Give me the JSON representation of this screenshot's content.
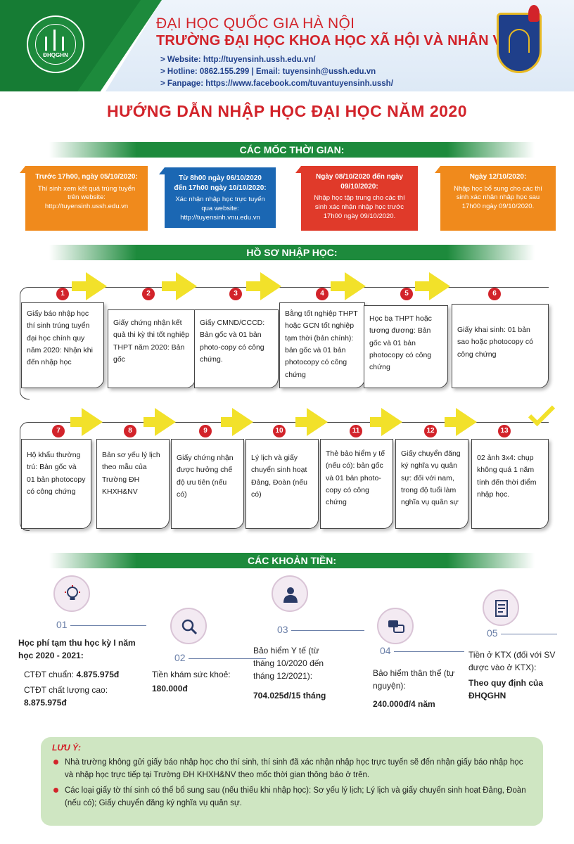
{
  "header": {
    "logo_text": "ĐHQGHN",
    "line1": "ĐẠI HỌC QUỐC GIA HÀ NỘI",
    "line2": "TRƯỜNG ĐẠI HỌC KHOA HỌC XÃ HỘI VÀ NHÂN VĂN",
    "website": "> Website: http://tuyensinh.ussh.edu.vn/",
    "hotline": "> Hotline: 0862.155.299  |  Email: tuyensinh@ussh.edu.vn",
    "fanpage": "> Fanpage: https://www.facebook.com/tuvantuyensinh.ussh/"
  },
  "title": "HƯỚNG DẪN NHẬP HỌC ĐẠI HỌC NĂM 2020",
  "sections": {
    "timeline": "CÁC MỐC THỜI GIAN:",
    "documents": "HỒ SƠ NHẬP HỌC:",
    "fees": "CÁC KHOẢN TIỀN:"
  },
  "timeline": [
    {
      "heading": "Trước 17h00, ngày 05/10/2020:",
      "body": "Thí sinh xem kết quả trúng tuyển trên website: http://tuyensinh.ussh.edu.vn",
      "color": "#f08a1c"
    },
    {
      "heading": "Từ 8h00 ngày 06/10/2020 đến 17h00 ngày 10/10/2020:",
      "body": "Xác nhận nhập học trực tuyến qua website: http://tuyensinh.vnu.edu.vn",
      "color": "#1b67b3"
    },
    {
      "heading": "Ngày 08/10/2020 đến ngày 09/10/2020:",
      "body": "Nhập học tập trung cho các thí sinh xác nhận nhập học trước 17h00 ngày 09/10/2020.",
      "color": "#e03a2a"
    },
    {
      "heading": "Ngày 12/10/2020:",
      "body": "Nhập học bổ sung cho các thí sinh xác nhận nhập học sau 17h00 ngày 09/10/2020.",
      "color": "#f08a1c"
    }
  ],
  "documents": [
    {
      "num": "1",
      "text": "Giấy báo nhập học thí sinh trúng tuyển đại học chính quy năm 2020: Nhận khi đến nhập học"
    },
    {
      "num": "2",
      "text": "Giấy chứng nhận kết quả thi kỳ thi tốt nghiệp THPT năm 2020: Bản gốc"
    },
    {
      "num": "3",
      "text": "Giấy CMND/CCCD: Bản gốc và 01 bản photo-copy có công chứng."
    },
    {
      "num": "4",
      "text": "Bằng tốt nghiệp THPT hoặc GCN tốt nghiệp tạm thời (bản chính): bản gốc và 01 bản photocopy có công chứng"
    },
    {
      "num": "5",
      "text": "Học bạ THPT hoặc tương đương: Bản gốc và 01 bản photocopy có công chứng"
    },
    {
      "num": "6",
      "text": "Giấy khai sinh: 01 bản sao hoặc photocopy có công chứng"
    },
    {
      "num": "7",
      "text": "Hộ khẩu thường trú: Bản gốc và 01 bản photocopy có công chứng"
    },
    {
      "num": "8",
      "text": "Bản sơ yếu lý lịch theo mẫu của Trường ĐH KHXH&NV"
    },
    {
      "num": "9",
      "text": "Giấy chứng nhận được hưởng chế độ ưu tiên (nếu có)"
    },
    {
      "num": "10",
      "text": "Lý lịch và giấy chuyển sinh hoạt Đảng, Đoàn (nếu có)"
    },
    {
      "num": "11",
      "text": "Thẻ bảo hiểm y tế (nếu có): bản gốc và 01 bản photo-copy có công chứng"
    },
    {
      "num": "12",
      "text": "Giấy chuyển đăng ký nghĩa vụ quân sự: đối với nam, trong độ tuổi làm nghĩa vụ quân sự"
    },
    {
      "num": "13",
      "text": "02 ảnh 3x4: chụp không quá 1 năm tính đến thời điểm nhập học."
    }
  ],
  "fees": [
    {
      "idx": "01",
      "icon": "lightbulb-icon",
      "title": "Học phí tạm thu học kỳ I năm học 2020 - 2021:",
      "l1": "CTĐT chuẩn: ",
      "v1": "4.875.975đ",
      "l2": "CTĐT chất lượng cao:",
      "v2": "8.875.975đ"
    },
    {
      "idx": "02",
      "icon": "magnifier-icon",
      "label": "Tiền khám sức khoẻ:",
      "value": "180.000đ"
    },
    {
      "idx": "03",
      "icon": "person-icon",
      "label": "Bảo hiểm Y tế (từ tháng 10/2020 đến tháng 12/2021):",
      "value": "704.025đ/15 tháng"
    },
    {
      "idx": "04",
      "icon": "chat-icon",
      "label": "Bảo hiểm thân thể (tự nguyện):",
      "value": "240.000đ/4 năm"
    },
    {
      "idx": "05",
      "icon": "document-icon",
      "label": "Tiền ở KTX (đối với SV được vào ở KTX):",
      "value": "Theo quy định của ĐHQGHN"
    }
  ],
  "note": {
    "title": "LƯU Ý:",
    "items": [
      "Nhà trường không gửi giấy báo nhập học cho thí sinh, thí sinh đã xác nhận nhập học trực tuyến sẽ đến nhận giấy báo nhập học và nhập học trực tiếp tại Trường ĐH KHXH&NV theo mốc thời gian thông báo ở trên.",
      "Các loại giấy tờ thí sinh có thể bổ sung sau (nếu thiếu khi nhập học): Sơ yếu lý lịch; Lý lịch và giấy chuyển sinh hoạt Đảng, Đoàn (nếu có); Giấy chuyển đăng ký nghĩa vụ quân sự."
    ]
  },
  "colors": {
    "red": "#d2232a",
    "green": "#1d8a3c",
    "navy": "#1f3f8a",
    "yellow": "#f2e12a",
    "note_bg": "#cfe6c2"
  }
}
